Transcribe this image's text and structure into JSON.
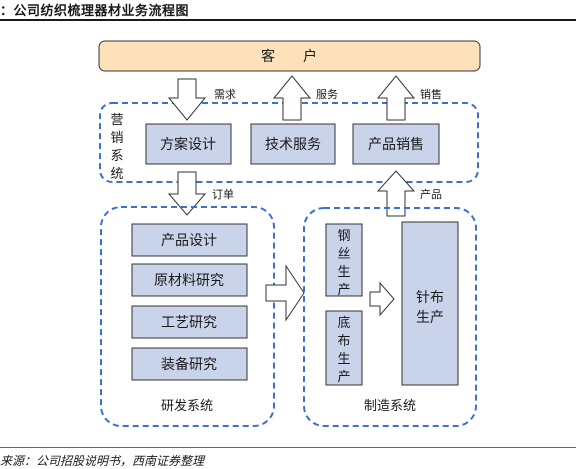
{
  "header": {
    "title": "：公司纺织梳理器材业务流程图"
  },
  "footer": {
    "source": "来源：公司招股说明书，西南证券整理"
  },
  "diagram": {
    "customer": "客　　户",
    "marketing_system": {
      "label": "营销系统",
      "items": [
        "方案设计",
        "技术服务",
        "产品销售"
      ]
    },
    "rd_system": {
      "label": "研发系统",
      "items": [
        "产品设计",
        "原材料研究",
        "工艺研究",
        "装备研究"
      ]
    },
    "manufacturing_system": {
      "label": "制造系统",
      "wire": "钢丝生产",
      "base_cloth": "底布生产",
      "card_clothing": "针布生产"
    },
    "flow_labels": {
      "demand": "需求",
      "service": "服务",
      "sales": "销售",
      "order": "订单",
      "product": "产品"
    }
  },
  "colors": {
    "box_fill": "#c9d3ea",
    "box_stroke": "#333333",
    "customer_fill": "#fce1ba",
    "dash_stroke": "#3b6fd4",
    "arrow_fill": "#ffffff"
  }
}
